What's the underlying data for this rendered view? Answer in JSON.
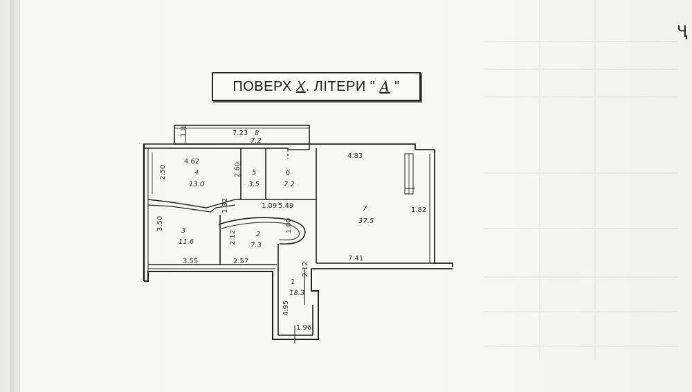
{
  "title": {
    "prefix": "ПОВЕРХ",
    "floor": "X",
    "middle": ". ЛІТЕРИ \"",
    "letter": "А",
    "suffix": "\""
  },
  "corner_mark": "Ҷ",
  "balcony": {
    "length": "7.23",
    "number": "8",
    "area": "7.2",
    "depth": "1.0"
  },
  "rooms": [
    {
      "number": "4",
      "area": "13.0",
      "dim_top": "4.62",
      "dim_left": "2.50",
      "dim_right": "2.60"
    },
    {
      "number": "5",
      "area": "3.5"
    },
    {
      "number": "6",
      "area": "7.2"
    },
    {
      "number": "7",
      "area": "37.5",
      "dim_top": "4.83",
      "dim_right": "1.82",
      "dim_bottom": "7.41",
      "dim_left": "5.49"
    },
    {
      "number": "3",
      "area": "11.6",
      "dim_left": "3.50",
      "dim_bottom": "3.55"
    },
    {
      "number": "2",
      "area": "7.3",
      "dim_left": "2.12",
      "dim_bottom": "2.57",
      "dim_top": "1.09",
      "dim_right": "1.00"
    },
    {
      "number": "1",
      "area": "18.3",
      "dim_left": "4.95",
      "dim_right": "2.12",
      "dim_bottom": "1.96"
    }
  ],
  "misc_dims": {
    "small": "1.32"
  }
}
